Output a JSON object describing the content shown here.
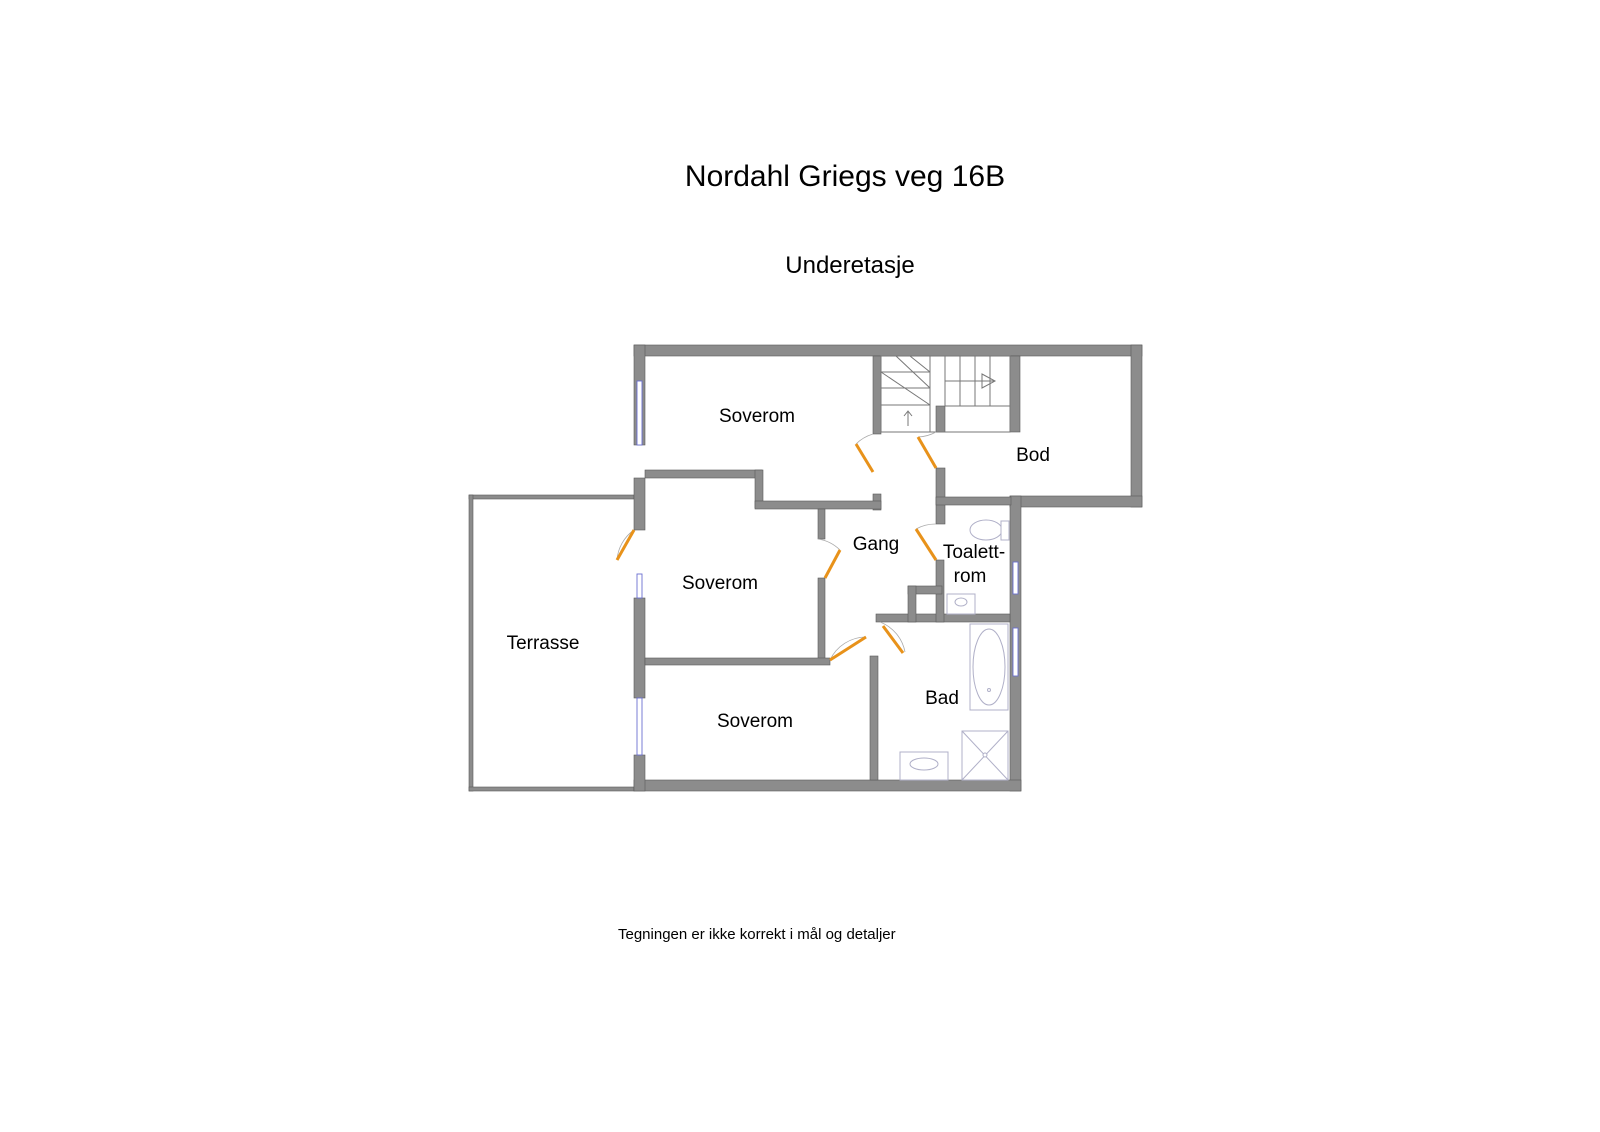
{
  "header": {
    "title": "Nordahl Griegs veg 16B",
    "subtitle": "Underetasje"
  },
  "rooms": {
    "soverom_top": "Soverom",
    "bod": "Bod",
    "gang": "Gang",
    "toalett_line1": "Toalett-",
    "toalett_line2": "rom",
    "soverom_middle": "Soverom",
    "terrasse": "Terrasse",
    "bad": "Bad",
    "soverom_bottom": "Soverom"
  },
  "footer": {
    "disclaimer": "Tegningen er ikke korrekt i mål og detaljer"
  },
  "colors": {
    "wall": "#8c8c8c",
    "door": "#e8921a",
    "window": "#6a6fd0"
  }
}
